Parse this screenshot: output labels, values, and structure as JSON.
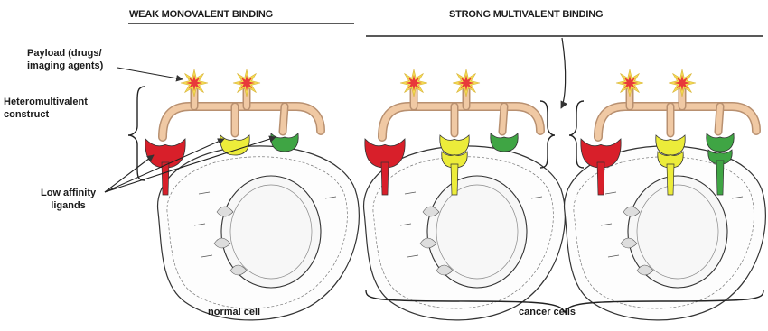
{
  "headers": {
    "weak": "WEAK MONOVALENT BINDING",
    "strong": "STRONG MULTIVALENT BINDING"
  },
  "labels": {
    "payload_line1": "Payload (drugs/",
    "payload_line2": "imaging agents)",
    "construct_line1": "Heteromultivalent",
    "construct_line2": "construct",
    "ligands_line1": "Low affinity",
    "ligands_line2": "ligands"
  },
  "captions": {
    "normal": "normal cell",
    "cancer": "cancer cells"
  },
  "colors": {
    "backbone": "#f0c9a4",
    "backbone_edge": "#b89070",
    "ligand_red": "#d81f2a",
    "ligand_yellow": "#ecec3a",
    "ligand_green": "#3fa544",
    "star_outer": "#f4dc52",
    "star_inner": "#e8393a",
    "outline": "#333333"
  }
}
